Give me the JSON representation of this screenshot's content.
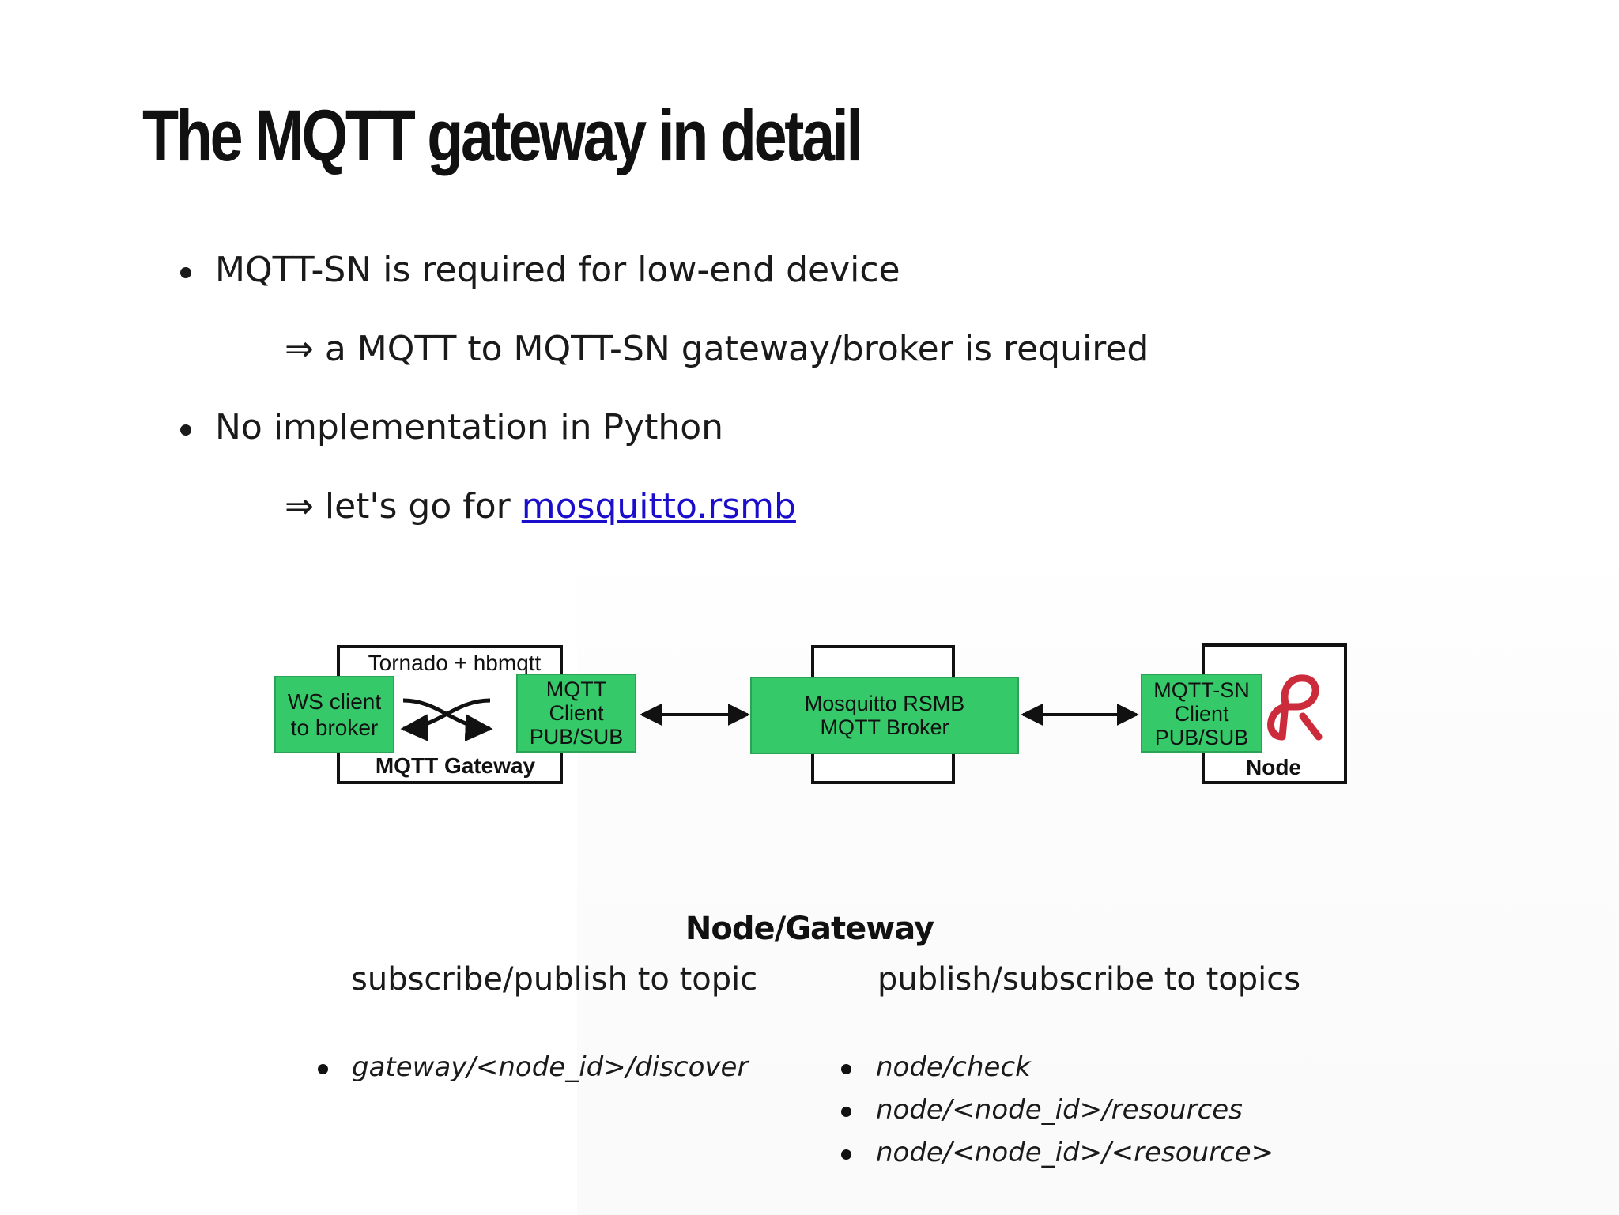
{
  "slide": {
    "title": "The MQTT gateway in detail"
  },
  "bullets": [
    {
      "text": "MQTT-SN is required for low-end device",
      "sub": "⇒ a MQTT to MQTT-SN gateway/broker is required"
    },
    {
      "text": "No implementation in Python",
      "sub_prefix": "⇒ let's go for ",
      "sub_link": "mosquitto.rsmb"
    }
  ],
  "diagram": {
    "gateway": {
      "top_label": "Tornado + hbmqtt",
      "bottom_label": "MQTT Gateway",
      "ws_client": [
        "WS client",
        "to broker"
      ],
      "mqtt_client": [
        "MQTT",
        "Client",
        "PUB/SUB"
      ]
    },
    "broker": {
      "lines": [
        "Mosquitto RSMB",
        "MQTT Broker"
      ]
    },
    "node": {
      "client": [
        "MQTT-SN",
        "Client",
        "PUB/SUB"
      ],
      "bottom_label": "Node",
      "logo_icon": "riot-logo-icon"
    },
    "colors": {
      "green": "#35c96a",
      "box_border": "#111111",
      "link": "#1a0dcc",
      "logo_red": "#cc2b3b"
    }
  },
  "topics": {
    "title": "Node/Gateway",
    "left_header": "subscribe/publish to topic",
    "right_header": "publish/subscribe to topics",
    "left_items": [
      "gateway/<node_id>/discover"
    ],
    "right_items": [
      "node/check",
      "node/<node_id>/resources",
      "node/<node_id>/<resource>"
    ]
  }
}
